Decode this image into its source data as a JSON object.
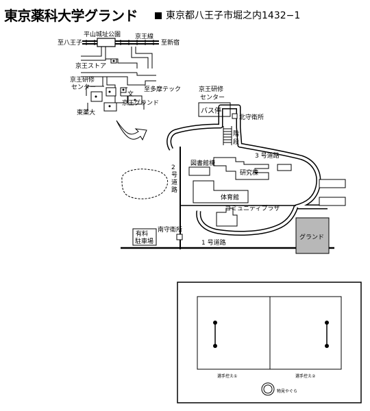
{
  "header": {
    "title": "東京薬科大学グランド",
    "address": "東京都八王子市堀之内1432−1"
  },
  "map": {
    "stations": {
      "hirayama": "平山城址公園",
      "keio_line": "京王線",
      "to_hachioji": "至八王子",
      "to_shinjuku": "至新宿"
    },
    "labels": {
      "keio_store": "京王ストア",
      "keio_kenshu_1": "京王研修",
      "keio_kenshu_2": "センター",
      "to_tama_tech": "至多摩テック",
      "bun": "文",
      "keio_ground": "京王グランド",
      "toyakudai": "東薬大",
      "keio_kenshu_b_1": "京王研修",
      "keio_kenshu_b_2": "センター",
      "bus_stop": "バス停",
      "north_guard": "北守衛所",
      "stairs_1": "階",
      "stairs_2": "段",
      "road3": "3 号道路",
      "road2_a": "2",
      "road2_b": "号",
      "road2_c": "道",
      "road2_d": "路",
      "library": "図書館棟",
      "research": "研究棟",
      "gym": "体育館",
      "community": "コミュニティプラザ",
      "south_guard": "南守衛所",
      "parking_1": "有料",
      "parking_2": "駐車場",
      "road1": "1 号道路",
      "ground": "グランド"
    }
  },
  "field": {
    "bench1": "選手控え①",
    "bench2": "選手控え②",
    "tower": "物見やぐら"
  }
}
